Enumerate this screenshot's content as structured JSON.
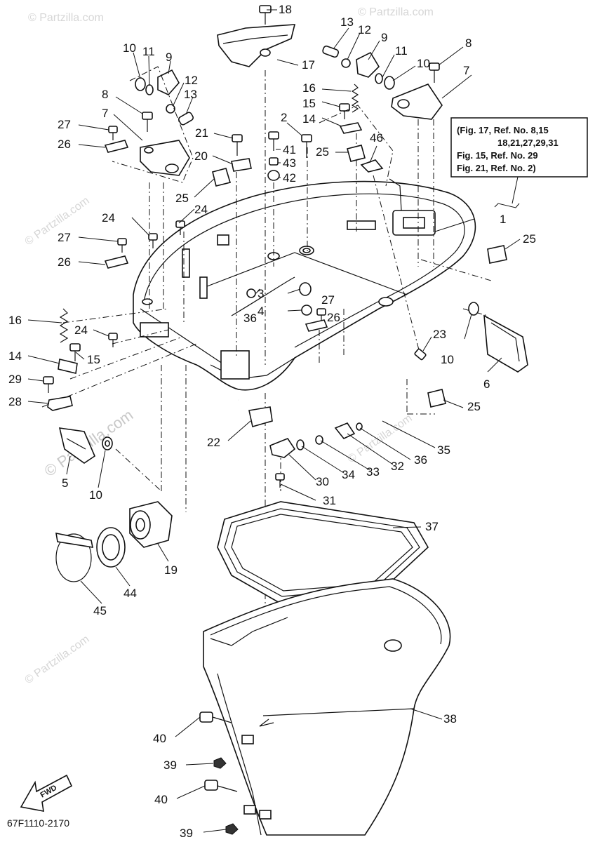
{
  "diagram": {
    "part_numbers": [
      "1",
      "2",
      "3",
      "4",
      "5",
      "6",
      "7",
      "8",
      "9",
      "10",
      "11",
      "12",
      "13",
      "14",
      "15",
      "16",
      "17",
      "18",
      "19",
      "20",
      "21",
      "22",
      "23",
      "24",
      "25",
      "26",
      "27",
      "28",
      "29",
      "30",
      "31",
      "32",
      "33",
      "34",
      "35",
      "36",
      "37",
      "38",
      "39",
      "40",
      "41",
      "42",
      "43",
      "44",
      "45",
      "46"
    ],
    "reference_box": {
      "lines": [
        "(Fig. 17, Ref. No. 8,15",
        "18,21,27,29,31",
        "Fig. 15, Ref. No. 29",
        "Fig. 21, Ref. No. 2)"
      ]
    },
    "diagram_code": "67F1110-2170",
    "fwd_arrow_label": "FWD",
    "watermark": "© Partzilla.com",
    "watermark_short": "© Partzilla.com"
  }
}
